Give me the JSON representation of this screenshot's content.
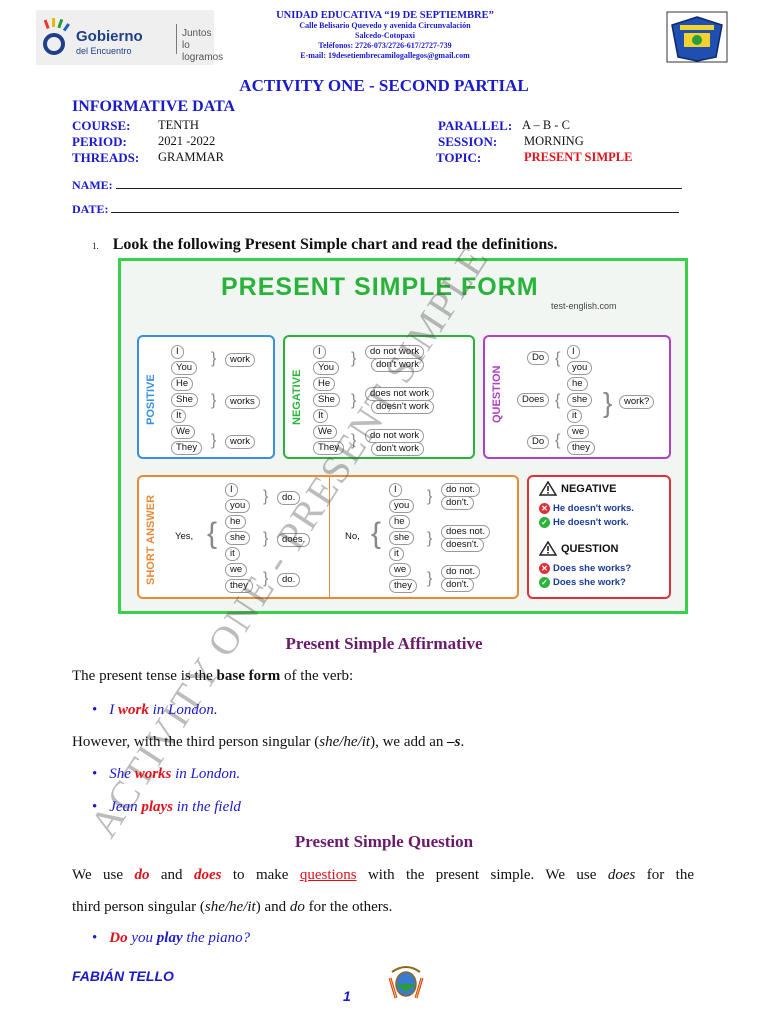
{
  "header": {
    "gov_logo_name": "Gobierno",
    "gov_logo_sub": "del Encuentro",
    "gov_logo_slogan1": "Juntos",
    "gov_logo_slogan2": "lo logramos",
    "school_name": "UNIDAD EDUCATIVA “19 DE SEPTIEMBRE”",
    "address1": "Calle Belisario Quevedo y avenida Circunvalación",
    "address2": "Salcedo-Cotopaxi",
    "phones": "Teléfonos: 2726-073/2726-617/2727-739",
    "email": "E-mail: 19desetiembrecamilogallegos@gmail.com"
  },
  "title": "ACTIVITY ONE - SECOND PARTIAL",
  "info": {
    "heading": "INFORMATIVE DATA",
    "course_label": "COURSE:",
    "course_value": "TENTH",
    "period_label": "PERIOD:",
    "period_value": "2021 -2022",
    "threads_label": "THREADS:",
    "threads_value": "GRAMMAR",
    "parallel_label": "PARALLEL:",
    "parallel_value": "A – B - C",
    "session_label": "SESSION:",
    "session_value": "MORNING",
    "topic_label": "TOPIC:",
    "topic_value": "PRESENT SIMPLE",
    "name_label": "NAME:",
    "date_label": "DATE:"
  },
  "instruction": {
    "number": "1.",
    "text": "Look the following Present Simple chart and read the definitions."
  },
  "chart": {
    "title": "PRESENT SIMPLE FORM",
    "source": "test-english.com",
    "positive": {
      "label": "POSITIVE",
      "p1": "I",
      "p2": "You",
      "p3": "He",
      "p4": "She",
      "p5": "It",
      "p6": "We",
      "p7": "They",
      "v1": "work",
      "v2": "works",
      "v3": "work"
    },
    "negative": {
      "label": "NEGATIVE",
      "p1": "I",
      "p2": "You",
      "p3": "He",
      "p4": "She",
      "p5": "It",
      "p6": "We",
      "p7": "They",
      "a1": "do not work",
      "b1": "don't work",
      "a2": "does not work",
      "b2": "doesn't work",
      "a3": "do not work",
      "b3": "don't work"
    },
    "question": {
      "label": "QUESTION",
      "aux1": "Do",
      "aux2": "Does",
      "aux3": "Do",
      "p1": "I",
      "p2": "you",
      "p3": "he",
      "p4": "she",
      "p5": "it",
      "p6": "we",
      "p7": "they",
      "verb": "work?"
    },
    "short": {
      "label": "SHORT ANSWER",
      "yes": "Yes,",
      "no": "No,",
      "p1": "I",
      "p2": "you",
      "p3": "he",
      "p4": "she",
      "p5": "it",
      "p6": "we",
      "p7": "they",
      "y1": "do.",
      "y2": "does.",
      "y3": "do.",
      "n1a": "do not.",
      "n1b": "don't.",
      "n2a": "does not.",
      "n2b": "doesn't.",
      "n3a": "do not.",
      "n3b": "don't."
    },
    "mistakes": {
      "neg_title": "NEGATIVE",
      "neg_wrong": "He doesn't works.",
      "neg_right": "He doesn't work.",
      "q_title": "QUESTION",
      "q_wrong": "Does she works?",
      "q_right": "Does she work?"
    }
  },
  "affirmative": {
    "heading": "Present Simple Affirmative",
    "p1_a": "The present tense is the ",
    "p1_b": "base form",
    "p1_c": " of the verb:",
    "ex1_a": "I ",
    "ex1_b": "work",
    "ex1_c": " in London.",
    "p2_a": "However, with the third person singular (",
    "p2_b": "she/he/it",
    "p2_c": "), we add an ",
    "p2_d": "–s",
    "ex2_a": "She ",
    "ex2_b": "works",
    "ex2_c": " in London.",
    "ex3_a": "Jean ",
    "ex3_b": "plays",
    "ex3_c": " in the field"
  },
  "question_section": {
    "heading": "Present Simple Question",
    "t1": "We use ",
    "t2": "do",
    "t3": " and ",
    "t4": "does",
    "t5": " to make ",
    "t6": "questions",
    "t7": " with the present simple. We use ",
    "t8": "does",
    "t9": " for the",
    "t10": "third person singular (",
    "t11": "she/he/it",
    "t12": ") and ",
    "t13": "do",
    "t14": " for the others.",
    "ex_a": "Do",
    "ex_b": " you ",
    "ex_c": "play",
    "ex_d": " the piano?"
  },
  "footer": {
    "author": "FABIÁN TELLO",
    "page": "1"
  },
  "watermark": "ACTIVITY ONE - PRESENT SIMPLE"
}
